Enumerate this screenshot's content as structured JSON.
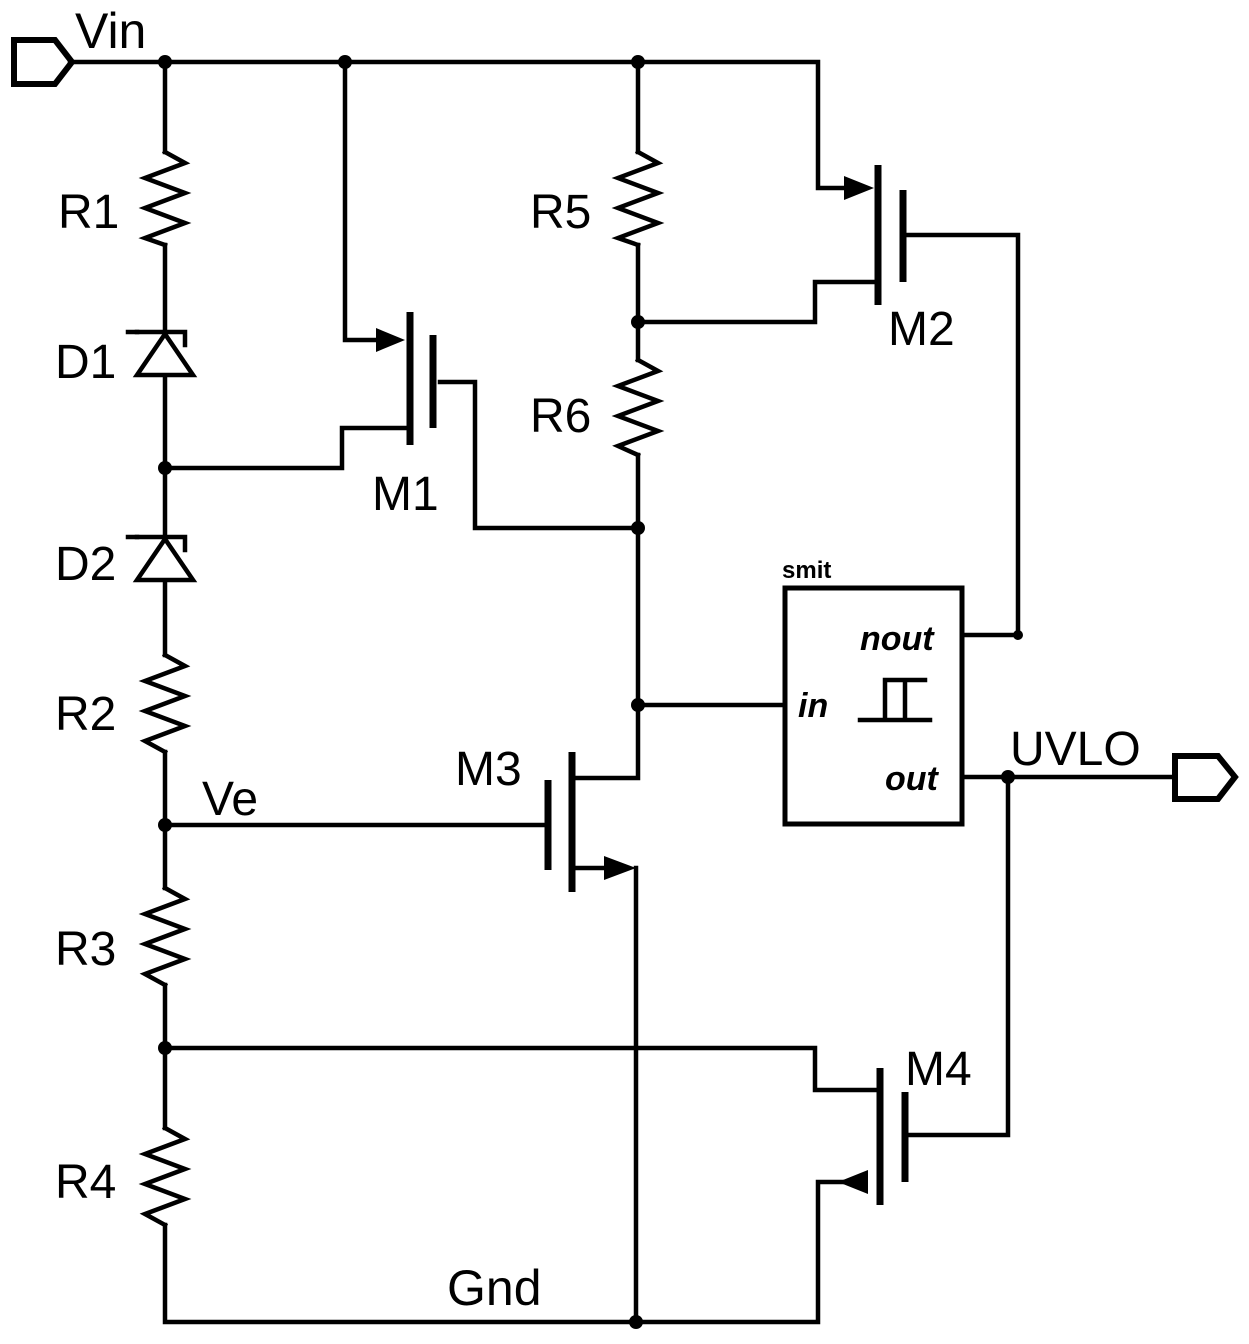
{
  "ports": {
    "vin": "Vin",
    "uvlo": "UVLO",
    "gnd": "Gnd"
  },
  "nets": {
    "ve": "Ve"
  },
  "resistors": {
    "r1": "R1",
    "r2": "R2",
    "r3": "R3",
    "r4": "R4",
    "r5": "R5",
    "r6": "R6"
  },
  "diodes": {
    "d1": "D1",
    "d2": "D2"
  },
  "transistors": {
    "m1": "M1",
    "m2": "M2",
    "m3": "M3",
    "m4": "M4"
  },
  "schmitt": {
    "title": "smit",
    "pin_in": "in",
    "pin_nout": "nout",
    "pin_out": "out"
  }
}
